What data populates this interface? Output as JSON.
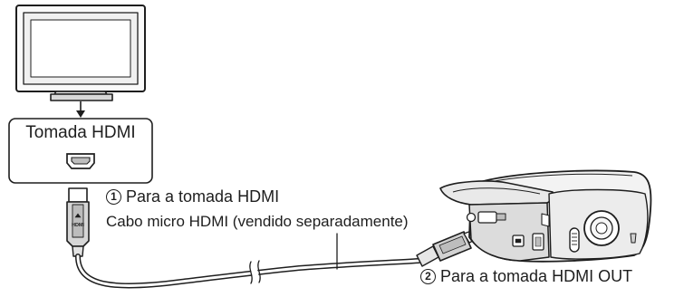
{
  "tv": {
    "port_label": "Tomada HDMI"
  },
  "steps": [
    {
      "number": "1",
      "text": "Para a tomada HDMI"
    },
    {
      "number": "2",
      "text": "Para a tomada HDMI OUT"
    }
  ],
  "cable_label": "Cabo micro HDMI (vendido separadamente)",
  "hdmi_logo_text": "HDMI",
  "icons": [
    "tv-icon",
    "arrow-down-icon",
    "hdmi-port-icon",
    "hdmi-plug-icon",
    "micro-hdmi-plug-icon",
    "camera-icon",
    "insert-arrow-icon"
  ],
  "colors": {
    "line": "#1e1e1e",
    "fill_light": "#f4f4f4",
    "fill_mid": "#cfcfcf",
    "cable_fill": "#ffffff"
  }
}
